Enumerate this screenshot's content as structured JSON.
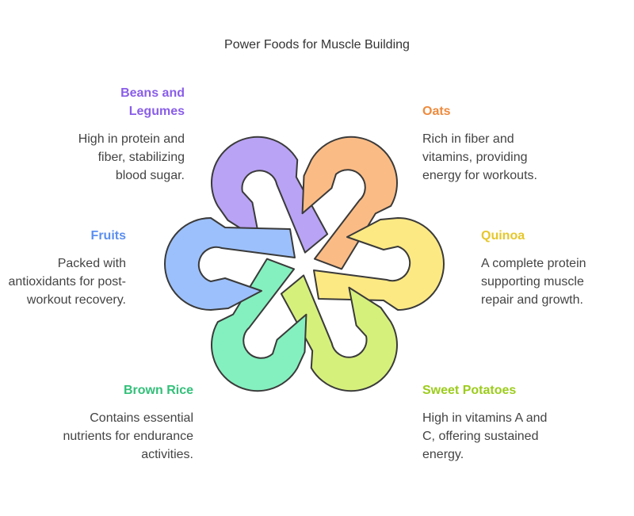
{
  "title": "Power Foods for Muscle Building",
  "items": [
    {
      "name": "Beans and Legumes",
      "description": "High in protein and fiber, stabilizing blood sugar.",
      "color": "#b9a3f4",
      "label_color": "#8a5ee8"
    },
    {
      "name": "Oats",
      "description": "Rich in fiber and vitamins, providing energy for workouts.",
      "color": "#fbbb84",
      "label_color": "#ef8a3c"
    },
    {
      "name": "Quinoa",
      "description": "A complete protein supporting muscle repair and growth.",
      "color": "#fde983",
      "label_color": "#e6c72c"
    },
    {
      "name": "Sweet Potatoes",
      "description": "High in vitamins A and C, offering sustained energy.",
      "color": "#d6f07c",
      "label_color": "#9ccc1c"
    },
    {
      "name": "Brown Rice",
      "description": "Contains essential nutrients for endurance activities.",
      "color": "#84f0bf",
      "label_color": "#33c079"
    },
    {
      "name": "Fruits",
      "description": "Packed with antioxidants for post-workout recovery.",
      "color": "#9cc0fb",
      "label_color": "#5b8ff0"
    }
  ]
}
